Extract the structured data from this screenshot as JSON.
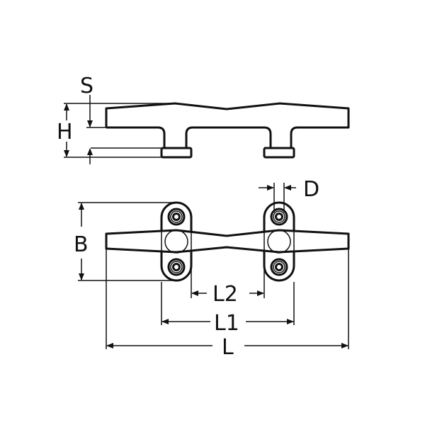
{
  "labels": {
    "S": "S",
    "H": "H",
    "B": "B",
    "D": "D",
    "L2": "L2",
    "L1": "L1",
    "L": "L"
  },
  "colors": {
    "line": "#111111",
    "background": "#ffffff"
  }
}
